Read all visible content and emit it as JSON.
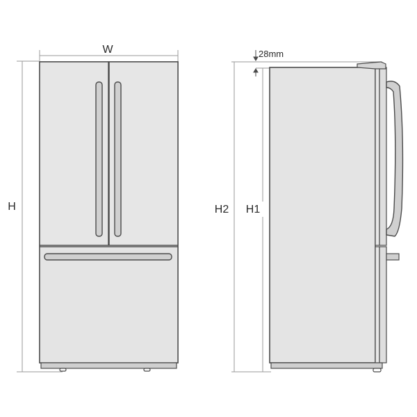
{
  "labels": {
    "width": "W",
    "height_front": "H",
    "height_side_total": "H2",
    "height_side_body": "H1",
    "top_offset": "28mm"
  },
  "colors": {
    "panel_fill": "#e4e4e4",
    "outline": "#4a4a4a",
    "dimension_line": "#9a9a9a",
    "handle_fill": "#d0d0d0",
    "base_strip": "#cfcfcf",
    "text": "#2a2a2a"
  }
}
